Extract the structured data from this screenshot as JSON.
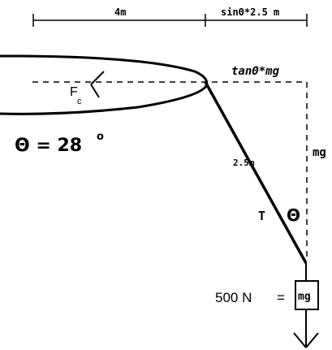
{
  "labels": {
    "horizontal_distance": "4m",
    "horizontal_extension": "sinΘ*2.5 m",
    "centripetal_force": "tanΘ*mg",
    "force_symbol": "F",
    "force_subscript": "c",
    "angle_equation": "Θ = 28",
    "angle_degree": "o",
    "vertical_force": "mg",
    "rope_length": "2.5m",
    "tension": "T",
    "angle_symbol": "Θ",
    "weight_value": "500 N",
    "equals": "=",
    "mass_label": "mg"
  },
  "colors": {
    "stroke": "#000000",
    "background": "#ffffff"
  }
}
